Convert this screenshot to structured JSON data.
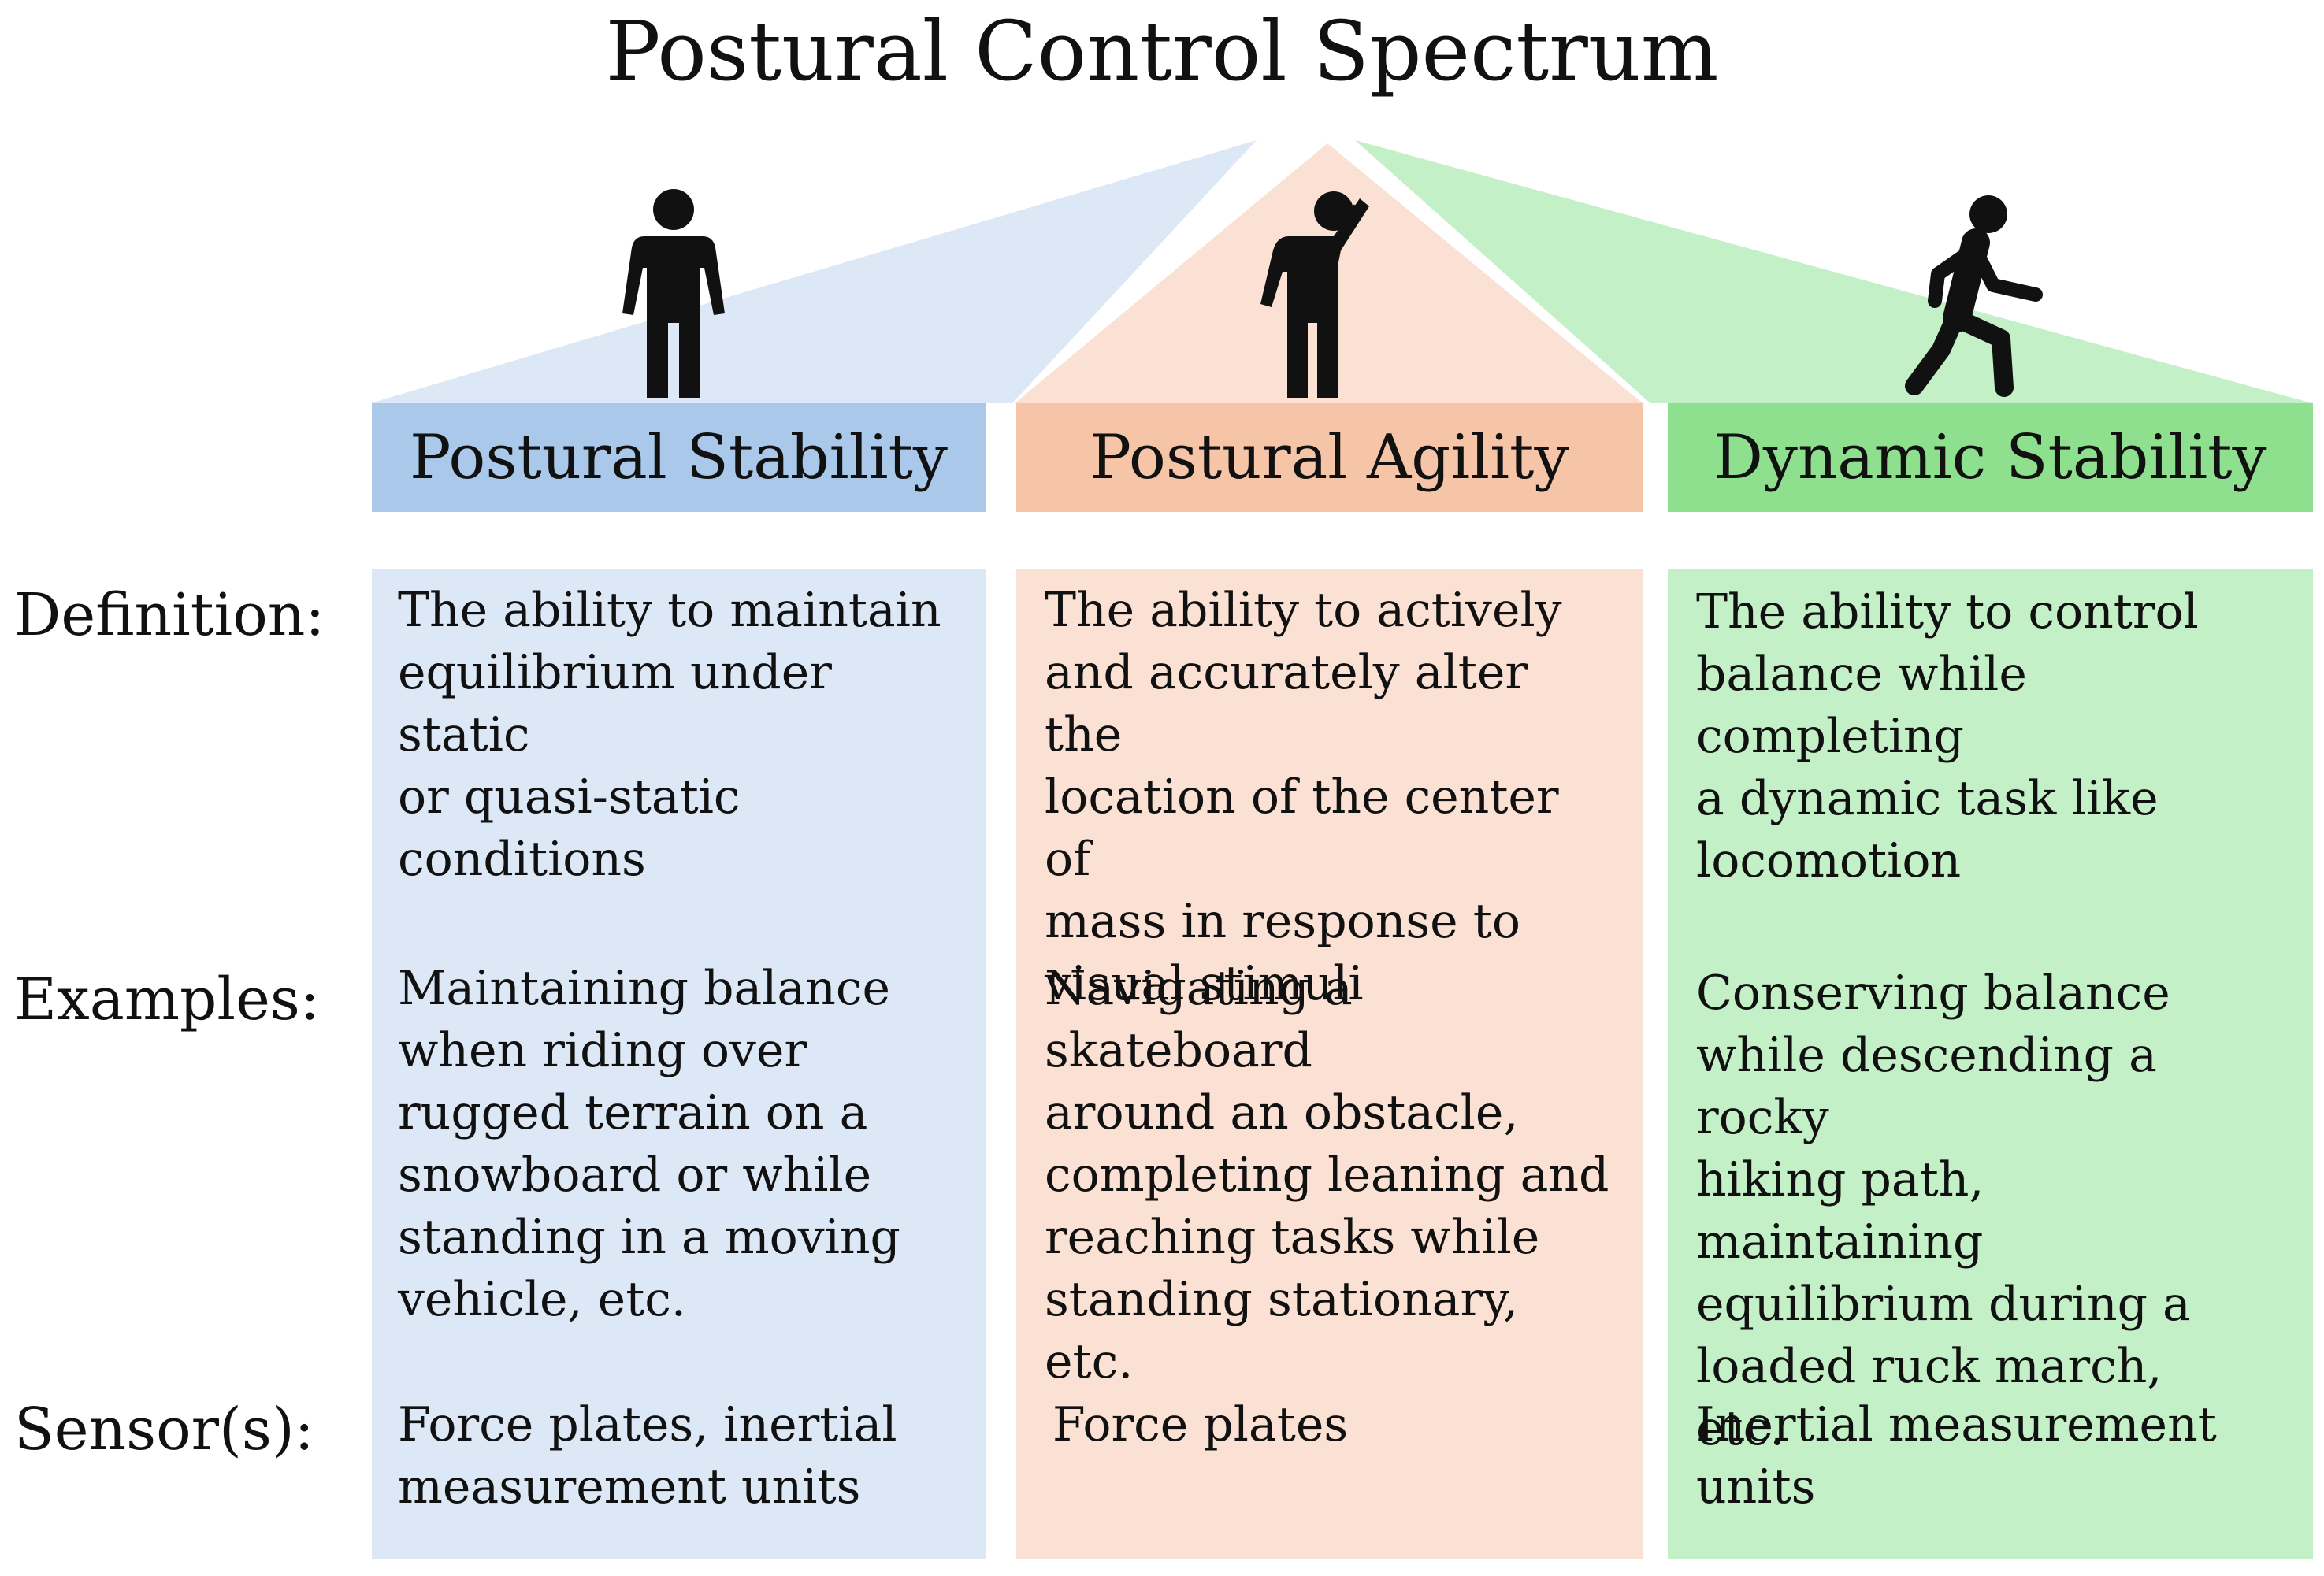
{
  "title": "Postural Control Spectrum",
  "row_labels": {
    "definition": "Definition:",
    "examples": "Examples:",
    "sensors": "Sensor(s):"
  },
  "columns": [
    {
      "header": "Postural Stability",
      "icon": "standing-person-icon",
      "header_color": "#a9c8ea",
      "body_color": "#dce8f6",
      "definition": [
        "The ability to maintain",
        "equilibrium under static",
        "or quasi-static",
        "conditions"
      ],
      "examples": [
        "Maintaining balance",
        "when riding over",
        "rugged terrain  on a",
        "snowboard or while",
        "standing in a moving",
        "vehicle, etc."
      ],
      "sensors": [
        "Force plates, inertial",
        "measurement units"
      ]
    },
    {
      "header": "Postural Agility",
      "icon": "waving-person-icon",
      "header_color": "#f6c5a8",
      "body_color": "#fbe1d3",
      "definition": [
        "The ability to actively",
        "and accurately alter the",
        "location of the center of",
        "mass in response to",
        "visual stimuli"
      ],
      "examples": [
        "Navigating a skateboard",
        "around an obstacle,",
        "completing leaning and",
        "reaching tasks while",
        "standing stationary, etc."
      ],
      "sensors": [
        "Force plates"
      ]
    },
    {
      "header": "Dynamic Stability",
      "icon": "walking-person-icon",
      "header_color": "#8ee08e",
      "body_color": "#c3f0c6",
      "definition": [
        "The ability to control",
        "balance while completing",
        "a dynamic task like",
        "locomotion"
      ],
      "examples": [
        "Conserving balance",
        "while descending a rocky",
        "hiking path, maintaining",
        "equilibrium during a",
        "loaded ruck march, etc."
      ],
      "sensors": [
        "Inertial measurement",
        "units"
      ]
    }
  ]
}
